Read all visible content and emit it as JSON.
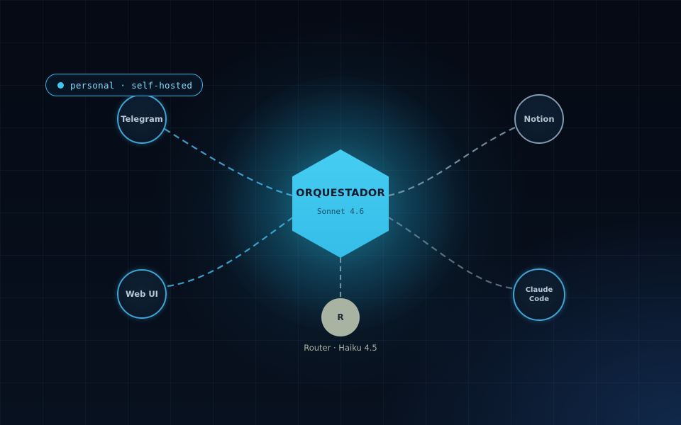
{
  "badge": {
    "text": "personal · self-hosted",
    "color": "#3cc8f0"
  },
  "hub": {
    "title": "ORQUESTADOR",
    "subtitle": "Sonnet 4.6",
    "color": "#3ec6ef"
  },
  "nodes": {
    "telegram": "Telegram",
    "web_ui": "Web UI",
    "notion": "Notion",
    "claude_code": "Claude Code",
    "router_letter": "R",
    "router_caption": "Router · Haiku 4.5"
  },
  "colors": {
    "background": "#070d18",
    "active_link": "#3fb6e6",
    "inactive_link": "#8aa8b8",
    "router_fill": "#a9b3a2"
  }
}
